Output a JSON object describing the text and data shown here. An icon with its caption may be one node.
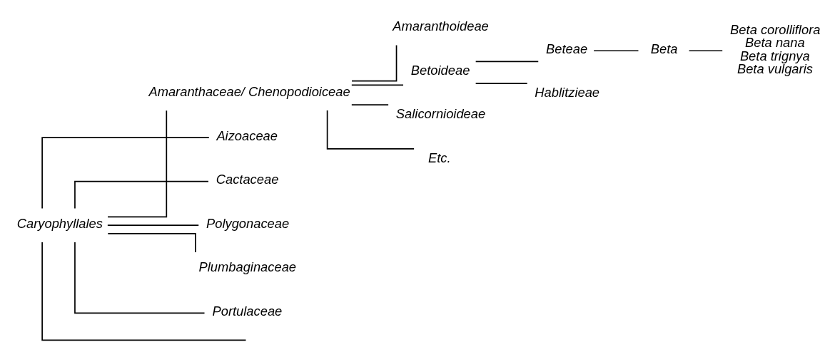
{
  "diagram": {
    "nodes": [
      {
        "text": [
          "Caryophyllales"
        ]
      },
      {
        "text": [
          "Amaranthaceae/ Chenopodioiceae"
        ]
      },
      {
        "text": [
          "Aizoaceae"
        ]
      },
      {
        "text": [
          "Cactaceae"
        ]
      },
      {
        "text": [
          "Polygonaceae"
        ]
      },
      {
        "text": [
          "Plumbaginaceae"
        ]
      },
      {
        "text": [
          "Portulaceae"
        ]
      },
      {
        "text": [
          "Amaranthoideae"
        ]
      },
      {
        "text": [
          "Betoideae"
        ]
      },
      {
        "text": [
          "Salicornioideae"
        ]
      },
      {
        "text": [
          "Etc."
        ]
      },
      {
        "text": [
          "Beteae"
        ]
      },
      {
        "text": [
          "Hablitzieae"
        ]
      },
      {
        "text": [
          "Beta"
        ]
      },
      {
        "text": [
          "Beta corolliflora",
          "Beta nana",
          "Beta trignya",
          "Beta vulgaris"
        ]
      }
    ],
    "edges": [
      {
        "from": 0,
        "to": 1,
        "arrow": "none"
      },
      {
        "from": 0,
        "to": 2,
        "arrow": "none"
      },
      {
        "from": 0,
        "to": 3,
        "arrow": "none"
      },
      {
        "from": 0,
        "to": 4,
        "arrow": "none"
      },
      {
        "from": 0,
        "to": 5,
        "arrow": "none"
      },
      {
        "from": 0,
        "to": 6,
        "arrow": "none"
      },
      {
        "from": 0,
        "to": null,
        "arrow": "none"
      },
      {
        "from": 1,
        "to": 7,
        "arrow": "none"
      },
      {
        "from": 1,
        "to": 8,
        "arrow": "none"
      },
      {
        "from": 1,
        "to": 9,
        "arrow": "none"
      },
      {
        "from": 1,
        "to": 10,
        "arrow": "none"
      },
      {
        "from": 8,
        "to": 11,
        "arrow": "none"
      },
      {
        "from": 8,
        "to": 12,
        "arrow": "none"
      },
      {
        "from": 11,
        "to": 13,
        "arrow": "none"
      },
      {
        "from": 13,
        "to": 14,
        "arrow": "none"
      }
    ]
  }
}
